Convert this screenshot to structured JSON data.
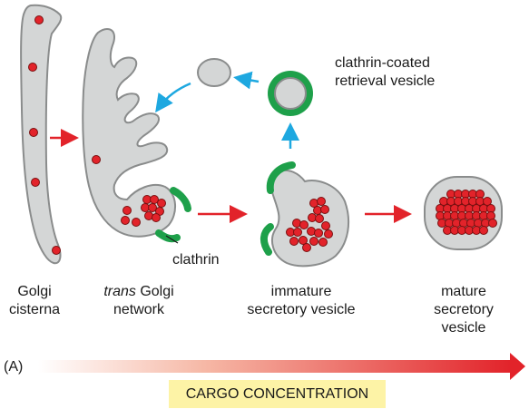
{
  "labels": {
    "golgi_cisterna": [
      "Golgi",
      "cisterna"
    ],
    "trans_golgi_italic": "trans",
    "trans_golgi_rest": " Golgi",
    "trans_golgi_line2": "network",
    "immature_vesicle": [
      "immature",
      "secretory vesicle"
    ],
    "mature_vesicle": [
      "mature",
      "secretory",
      "vesicle"
    ],
    "clathrin": "clathrin",
    "clathrin_coated": [
      "clathrin-coated",
      "retrieval vesicle"
    ],
    "panel": "(A)",
    "cargo_concentration": "CARGO CONCENTRATION"
  },
  "colors": {
    "membrane_fill": "#d4d6d6",
    "membrane_stroke": "#8a8c8c",
    "cargo": "#e2232a",
    "clathrin": "#1ea04a",
    "arrow_red": "#e2232a",
    "arrow_blue": "#1ea8e0",
    "highlight": "#fdf3a6"
  }
}
